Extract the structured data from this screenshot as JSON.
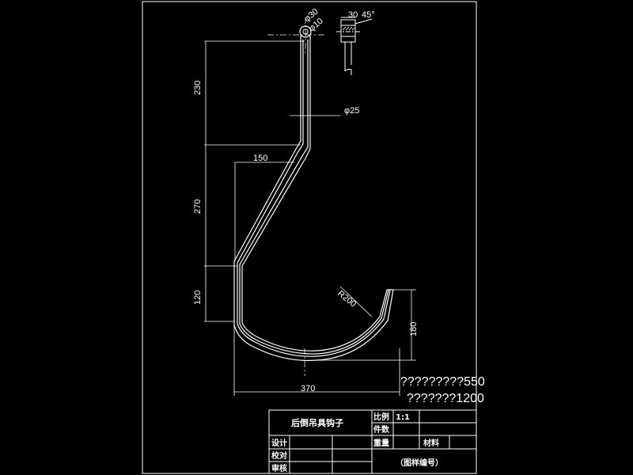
{
  "colors": {
    "background": "#000000",
    "lines": "#ffffff",
    "hatch": "#cfcfcf"
  },
  "drawing": {
    "dims": {
      "d30": "φ30",
      "d10": "φ10",
      "w30": "30",
      "chamfer": "45°",
      "d25": "φ25",
      "v230": "230",
      "v270": "270",
      "v120": "120",
      "h150": "150",
      "r200": "R200",
      "v180": "180",
      "h370": "370"
    },
    "notes": {
      "line1": "?????????550",
      "line2": "???????1200"
    }
  },
  "title_block": {
    "part_name": "后倒吊具钩子",
    "scale_label": "比例",
    "scale_value": "1:1",
    "count_label": "件数",
    "weight_label": "重量",
    "material_label": "材料",
    "design_label": "设计",
    "draft_label": "校对",
    "review_label": "审核",
    "drawing_no": "（图样编号）"
  }
}
